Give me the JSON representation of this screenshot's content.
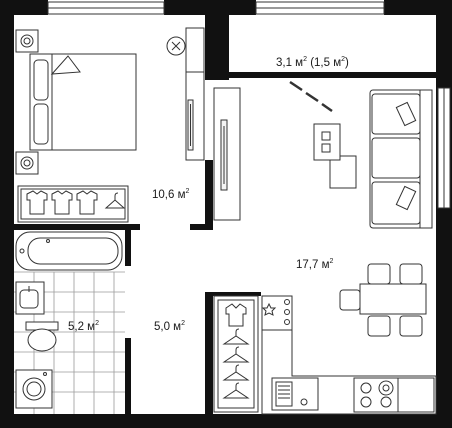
{
  "floorplan": {
    "rooms": [
      {
        "id": "bedroom",
        "area_number": "10,6 м",
        "area_unit_exp": "2"
      },
      {
        "id": "balcony",
        "area_number": "3,1 м",
        "area_unit_exp": "2",
        "area_extra_number": " (1,5 м",
        "area_extra_exp": "2",
        "area_extra_close": ")"
      },
      {
        "id": "living-kitchen",
        "area_number": "17,7 м",
        "area_unit_exp": "2"
      },
      {
        "id": "bathroom",
        "area_number": "5,2 м",
        "area_unit_exp": "2"
      },
      {
        "id": "hallway",
        "area_number": "5,0 м",
        "area_unit_exp": "2"
      }
    ],
    "colors": {
      "wall": "#111111",
      "line": "#333333",
      "light_line": "#9a9a9a",
      "furniture_fill": "#ffffff",
      "background": "#ffffff"
    }
  }
}
